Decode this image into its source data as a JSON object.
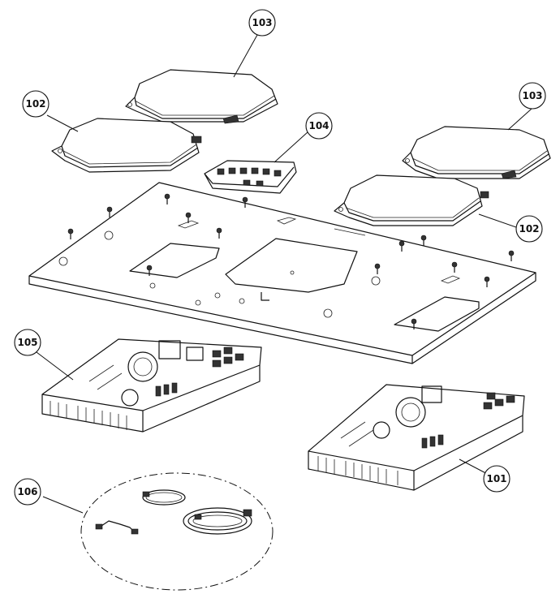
{
  "callouts": [
    {
      "id": "c103a",
      "label": "103"
    },
    {
      "id": "c102a",
      "label": "102"
    },
    {
      "id": "c104",
      "label": "104"
    },
    {
      "id": "c103b",
      "label": "103"
    },
    {
      "id": "c102b",
      "label": "102"
    },
    {
      "id": "c105",
      "label": "105"
    },
    {
      "id": "c101",
      "label": "101"
    },
    {
      "id": "c106",
      "label": "106"
    }
  ]
}
